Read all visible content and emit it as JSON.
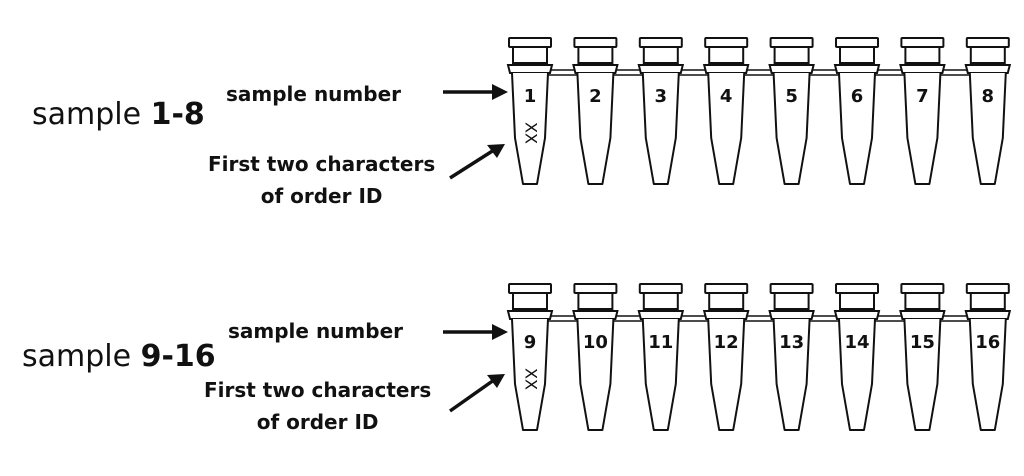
{
  "rows": [
    {
      "label_prefix": "sample ",
      "label_range": "1-8",
      "callout_number": "sample number",
      "callout_id_line1": "First two characters",
      "callout_id_line2": "of order ID",
      "tubes": [
        "1",
        "2",
        "3",
        "4",
        "5",
        "6",
        "7",
        "8"
      ],
      "marker": "XX"
    },
    {
      "label_prefix": "sample ",
      "label_range": "9-16",
      "callout_number": "sample number",
      "callout_id_line1": "First two characters",
      "callout_id_line2": "of order ID",
      "tubes": [
        "9",
        "10",
        "11",
        "12",
        "13",
        "14",
        "15",
        "16"
      ],
      "marker": "XX"
    }
  ],
  "colors": {
    "stroke": "#111111",
    "background": "#ffffff"
  }
}
